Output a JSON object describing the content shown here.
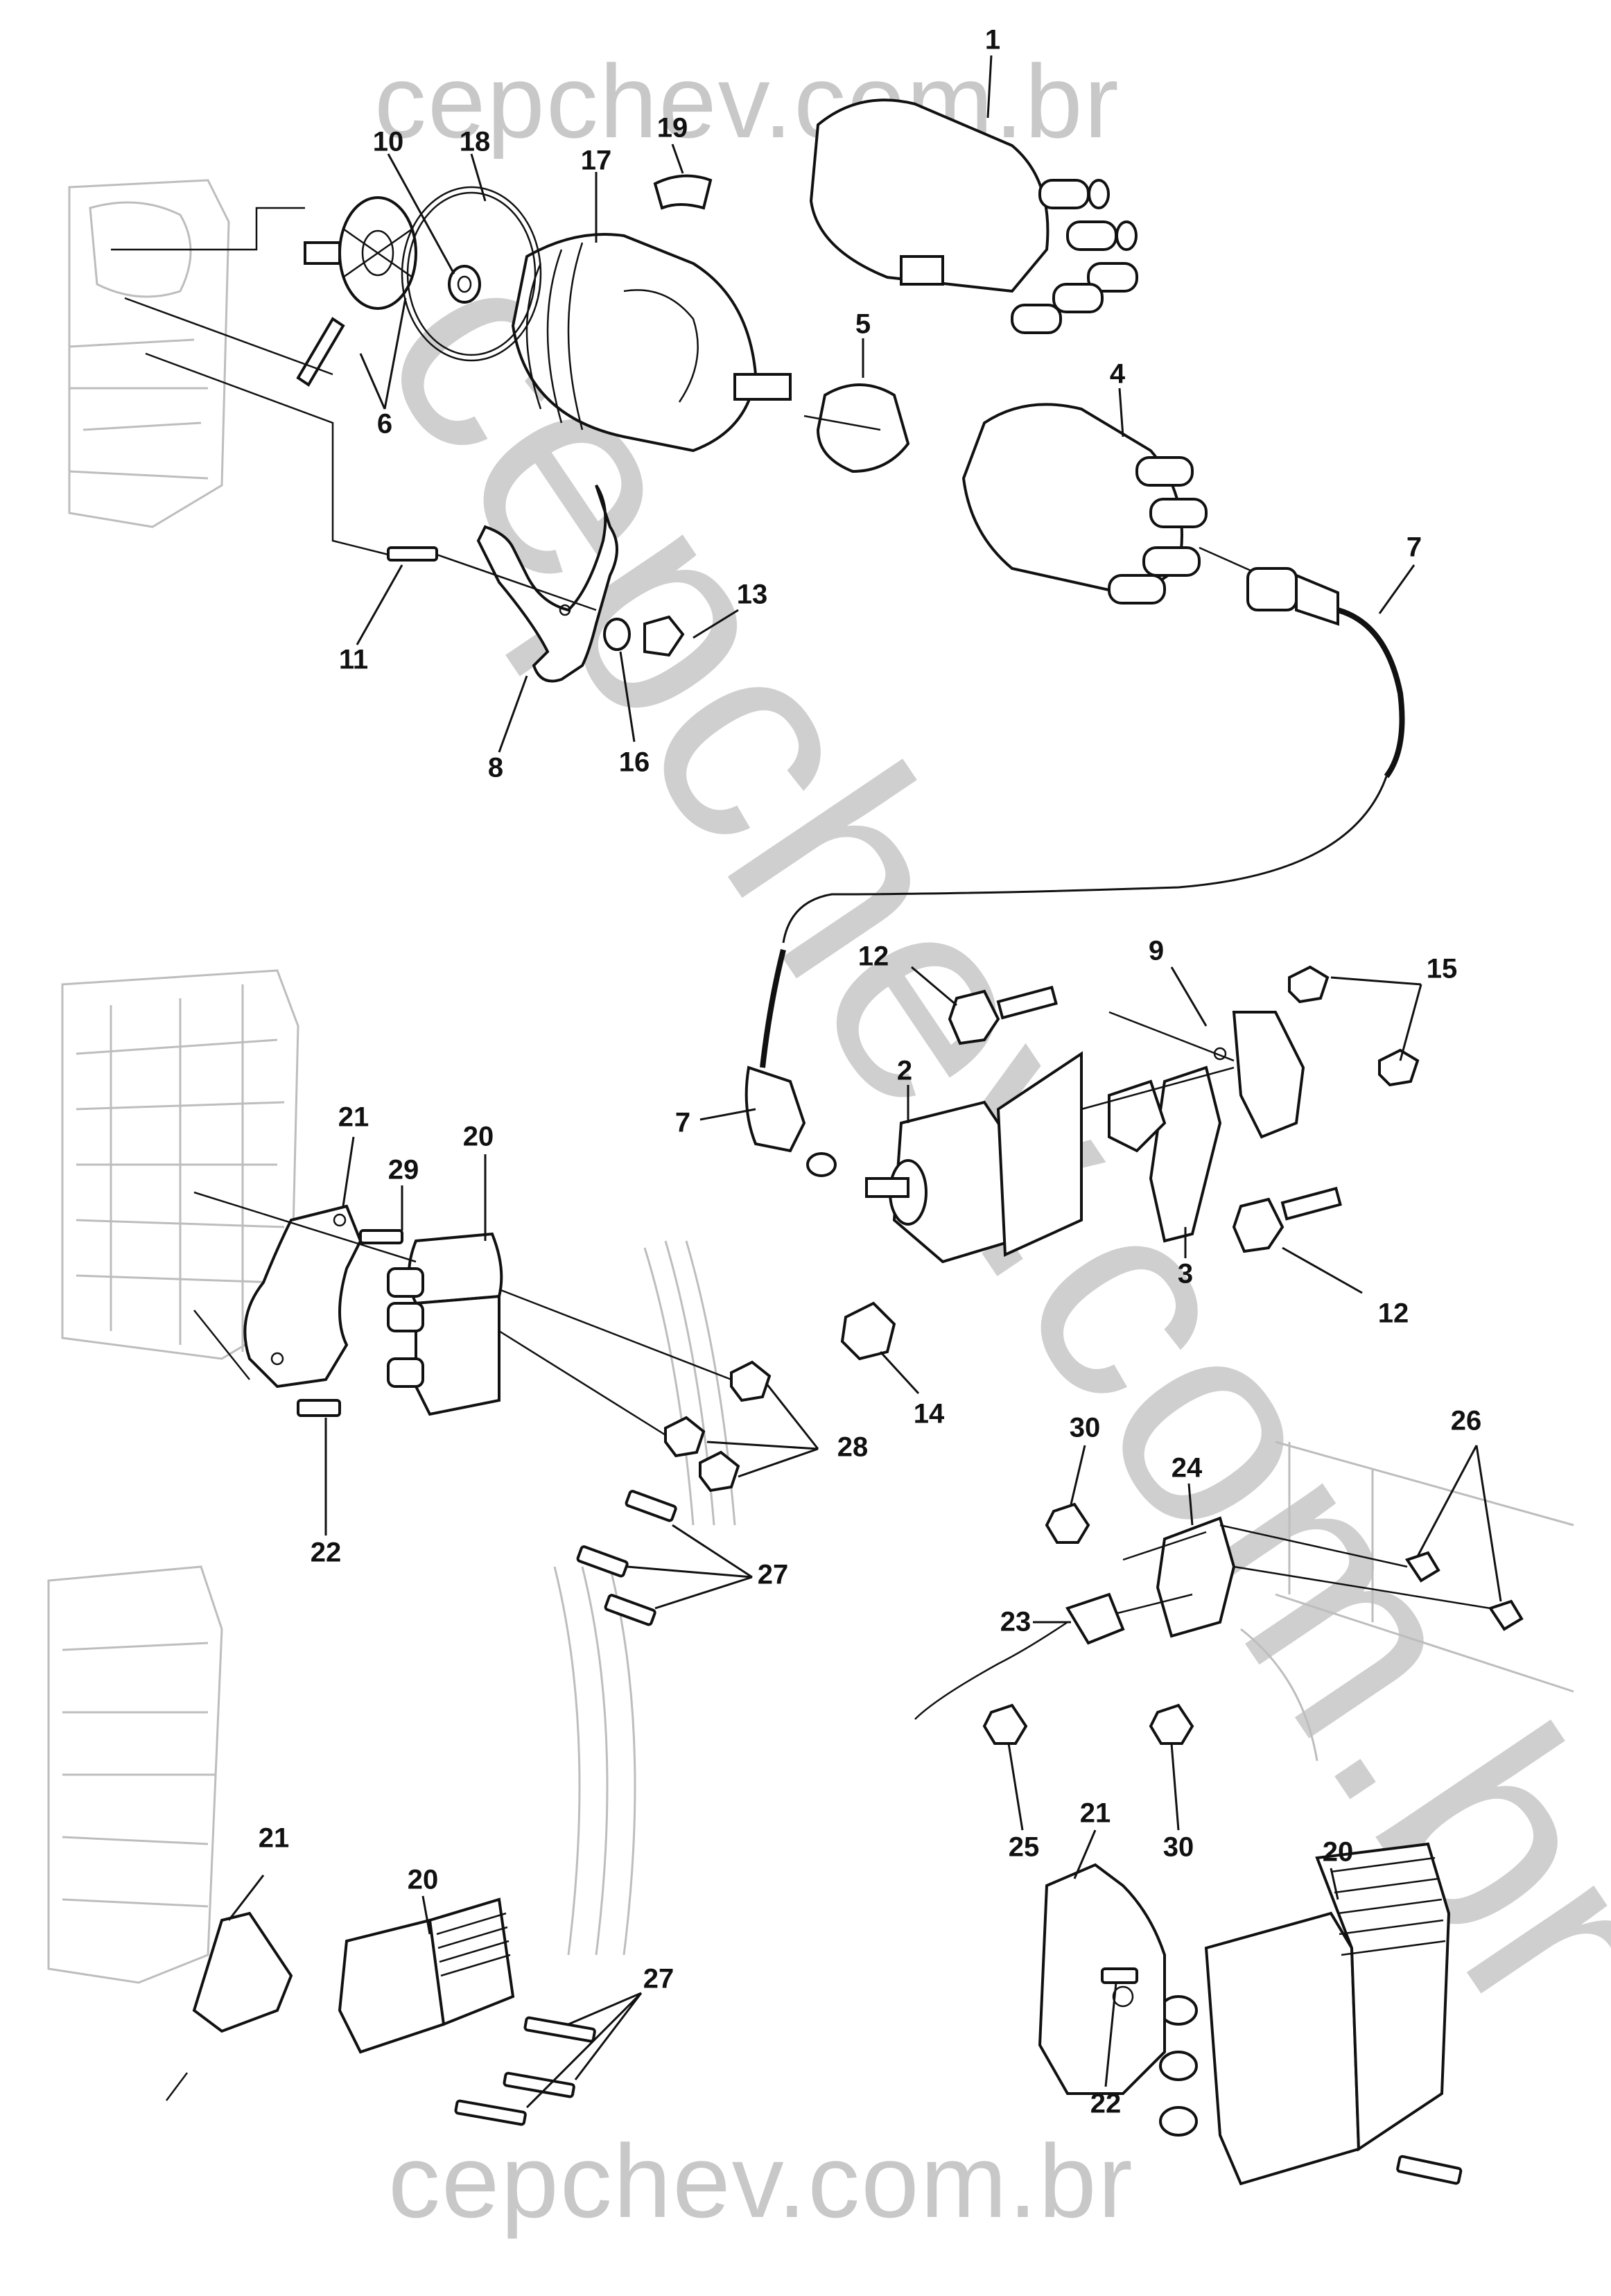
{
  "watermarks": {
    "top": "cepchev.com.br",
    "diagonal": "cepchev.com.br",
    "bottom": "cepchev.com.br"
  },
  "callouts": {
    "c1": "1",
    "c2": "2",
    "c3": "3",
    "c4": "4",
    "c5": "5",
    "c6": "6",
    "c7a": "7",
    "c7b": "7",
    "c8": "8",
    "c9": "9",
    "c10": "10",
    "c11": "11",
    "c12a": "12",
    "c12b": "12",
    "c13": "13",
    "c14": "14",
    "c15": "15",
    "c16": "16",
    "c17": "17",
    "c18": "18",
    "c19": "19",
    "c20a": "20",
    "c20b": "20",
    "c20c": "20",
    "c21a": "21",
    "c21b": "21",
    "c21c": "21",
    "c22a": "22",
    "c22b": "22",
    "c23": "23",
    "c24": "24",
    "c25": "25",
    "c26": "26",
    "c27a": "27",
    "c27b": "27",
    "c28": "28",
    "c29": "29",
    "c30a": "30",
    "c30b": "30"
  },
  "colors": {
    "line": "#111111",
    "watermark": "#c8c8c8",
    "ghost": "#bdbdbd"
  }
}
